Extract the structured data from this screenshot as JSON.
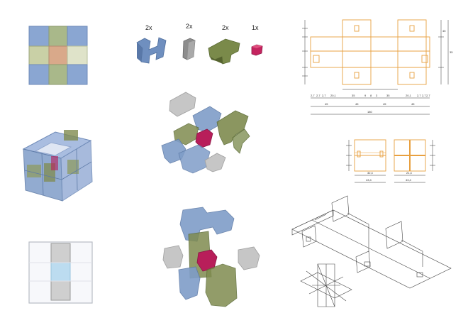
{
  "pieces": {
    "counts": [
      "2x",
      "2x",
      "2x",
      "1x"
    ],
    "names": [
      "h-piece",
      "grey-block",
      "t-piece",
      "red-cube"
    ]
  },
  "colors": {
    "blue": "#7f9dc8",
    "green": "#8e9c68",
    "grey": "#9c9c9c",
    "red": "#b81e5a",
    "light_blue": "#bcdcf0",
    "orange": "#e8a040"
  },
  "dims": {
    "bottom_row1": [
      "2,7",
      "2,7",
      "2,7",
      "20,1",
      "35",
      "9",
      "8",
      "3",
      "35",
      "20,1",
      "2,7",
      "2,7",
      "2,7"
    ],
    "bottom_row2": [
      "45",
      "45",
      "45",
      "45"
    ],
    "bottom_total": "180",
    "small_left_total": "43,4",
    "small_left_mid": "32,4",
    "small_right_total": "43,4",
    "small_right_mid": "21,4",
    "right_side": [
      "35",
      "45"
    ]
  }
}
